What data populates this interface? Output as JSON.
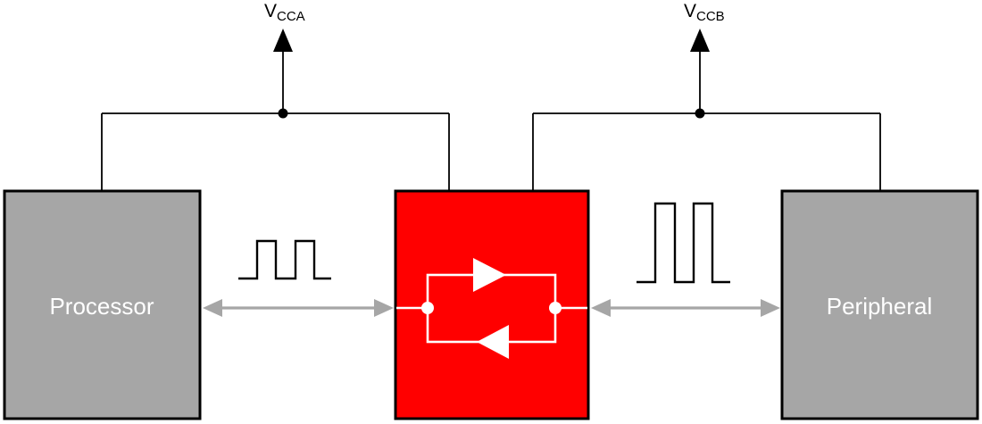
{
  "power": {
    "vcca": {
      "base": "V",
      "sub": "CCA",
      "icon": "up-arrow-icon"
    },
    "vccb": {
      "base": "V",
      "sub": "CCB",
      "icon": "up-arrow-icon"
    }
  },
  "blocks": {
    "processor": {
      "label": "Processor",
      "fill": "#a6a6a6"
    },
    "translator": {
      "fill": "#ff0000",
      "symbol": "bidirectional-buffer-icon",
      "symbol_color": "#ffffff"
    },
    "peripheral": {
      "label": "Peripheral",
      "fill": "#a6a6a6"
    }
  },
  "connections": {
    "a_side_bus": {
      "icon": "double-headed-arrow-icon",
      "color": "#a6a6a6",
      "signal_icon": "square-wave-icon",
      "signal_amplitude": "low"
    },
    "b_side_bus": {
      "icon": "double-headed-arrow-icon",
      "color": "#a6a6a6",
      "signal_icon": "square-wave-icon",
      "signal_amplitude": "high"
    }
  },
  "colors": {
    "wire": "#000000",
    "block_border": "#000000",
    "symbol_white": "#ffffff",
    "arrow_gray": "#a6a6a6",
    "background": "#ffffff"
  }
}
